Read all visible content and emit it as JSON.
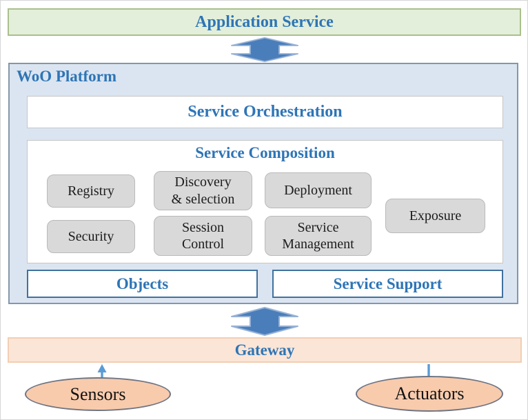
{
  "colors": {
    "heading_blue": "#2e75b6",
    "app_service_fill": "#e3efda",
    "app_service_border": "#a9c08c",
    "platform_fill": "#dbe5f1",
    "platform_border": "#8496ac",
    "inner_box_border": "#c6c6c6",
    "objects_border": "#40719f",
    "module_fill": "#d9d9d9",
    "module_border": "#b9b9b9",
    "gateway_fill": "#fbe5d6",
    "gateway_border": "#f2ceb2",
    "ellipse_fill": "#f8cbad",
    "ellipse_border": "#6f7583",
    "big_arrow_fill": "#4a7ebb",
    "big_arrow_stroke": "#96b1d6",
    "small_arrow_blue": "#5b9bd5"
  },
  "app_service": {
    "label": "Application Service"
  },
  "woo_platform": {
    "label": "WoO Platform",
    "orchestration": {
      "label": "Service Orchestration"
    },
    "composition": {
      "title": "Service Composition",
      "modules": [
        {
          "lines": [
            "Registry"
          ]
        },
        {
          "lines": [
            "Discovery",
            "& selection"
          ]
        },
        {
          "lines": [
            "Deployment"
          ]
        },
        {
          "lines": [
            "Exposure"
          ]
        },
        {
          "lines": [
            "Security"
          ]
        },
        {
          "lines": [
            "Session",
            "Control"
          ]
        },
        {
          "lines": [
            "Service",
            "Management"
          ]
        }
      ]
    },
    "objects": {
      "label": "Objects"
    },
    "service_support": {
      "label": "Service Support"
    }
  },
  "gateway": {
    "label": "Gateway"
  },
  "devices": {
    "sensors": {
      "label": "Sensors"
    },
    "actuators": {
      "label": "Actuators"
    }
  }
}
